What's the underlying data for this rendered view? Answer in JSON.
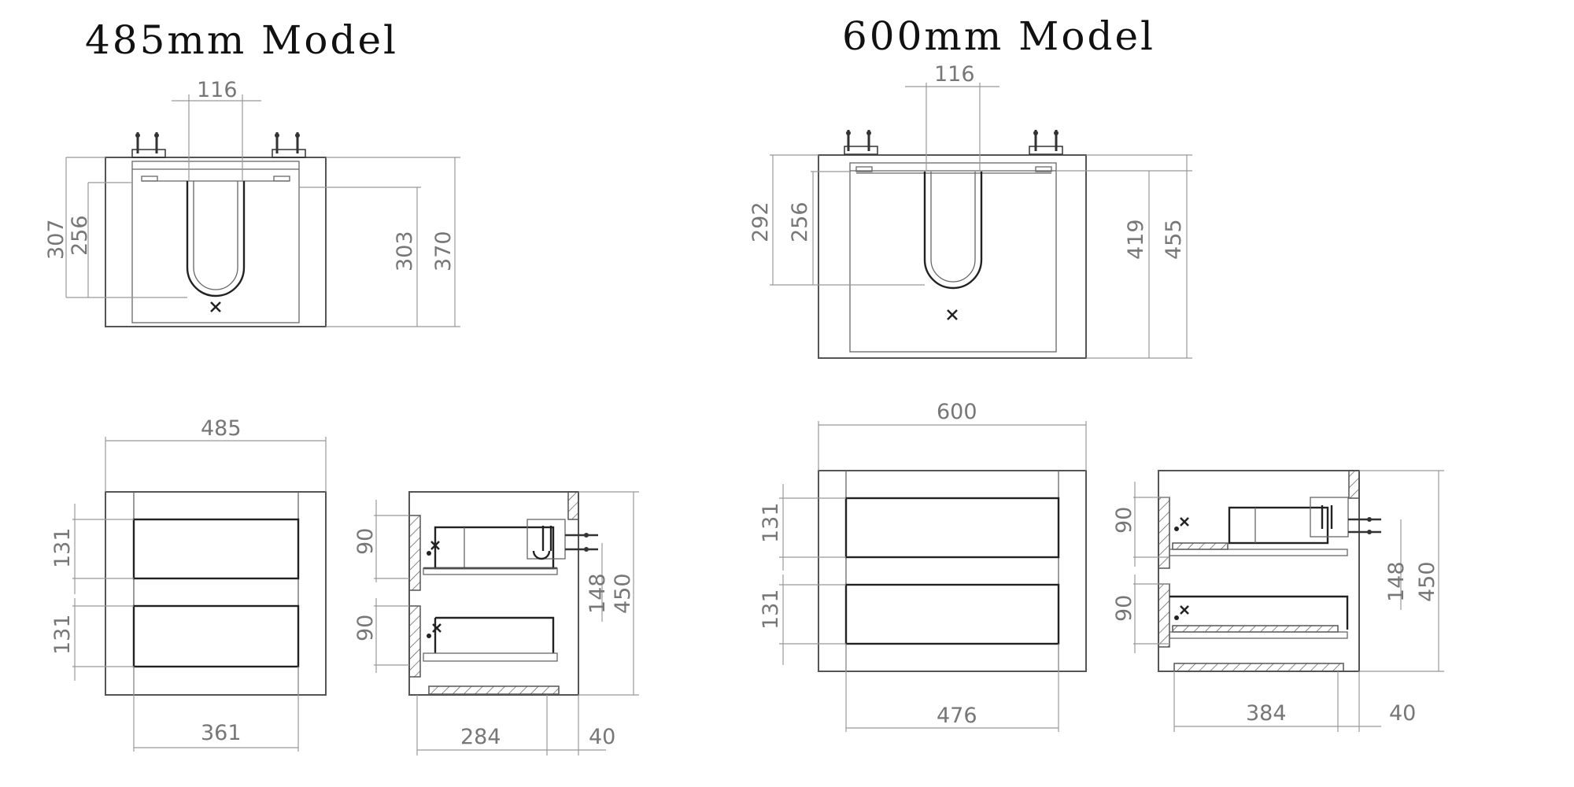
{
  "models": [
    {
      "title": "485mm Model",
      "top_view": {
        "width_116": "116",
        "h_307": "307",
        "h_256": "256",
        "h_303": "303",
        "h_370": "370"
      },
      "front_view": {
        "width_485": "485",
        "drawer_top": "131",
        "drawer_bottom": "131",
        "inner_361": "361"
      },
      "side_view": {
        "d_90_top": "90",
        "d_90_bottom": "90",
        "h_148": "148",
        "h_450": "450",
        "d_284": "284",
        "d_40": "40"
      }
    },
    {
      "title": "600mm Model",
      "top_view": {
        "width_116": "116",
        "h_292": "292",
        "h_256": "256",
        "h_419": "419",
        "h_455": "455"
      },
      "front_view": {
        "width_600": "600",
        "drawer_top": "131",
        "drawer_bottom": "131",
        "inner_476": "476"
      },
      "side_view": {
        "d_90_top": "90",
        "d_90_bottom": "90",
        "h_148": "148",
        "h_450": "450",
        "d_384": "384",
        "d_40": "40"
      }
    }
  ],
  "icons": [
    "drain-cross-icon",
    "tap-valve-icon"
  ]
}
